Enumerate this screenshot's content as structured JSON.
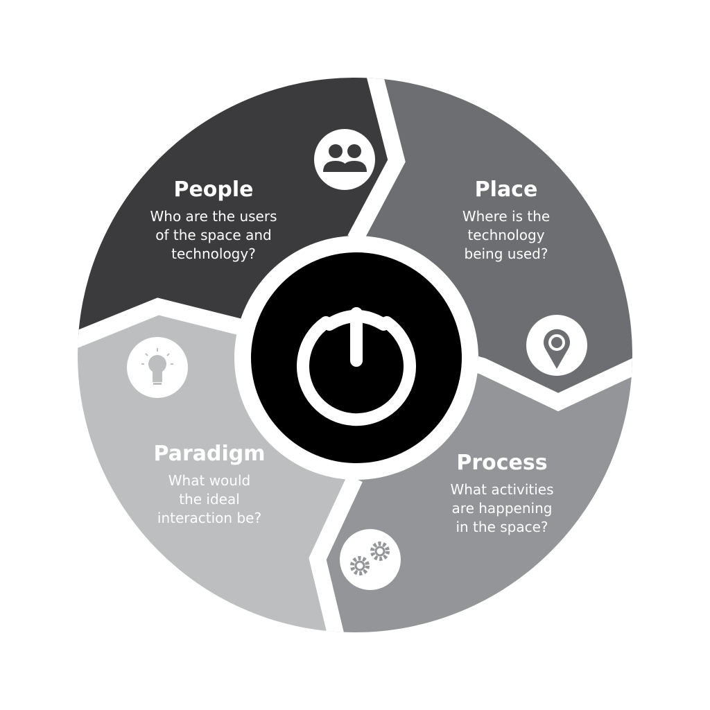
{
  "segments": {
    "people": {
      "title": "People",
      "lines": [
        "Who are the users",
        "of the space and",
        "technology?"
      ],
      "icon": "people-icon",
      "color": "#3b3b3d"
    },
    "place": {
      "title": "Place",
      "lines": [
        "Where is the",
        "technology",
        "being used?"
      ],
      "icon": "location-pin-icon",
      "color": "#6d6e71"
    },
    "process": {
      "title": "Process",
      "lines": [
        "What activities",
        "are happening",
        "in the space?"
      ],
      "icon": "gears-icon",
      "color": "#939598"
    },
    "paradigm": {
      "title": "Paradigm",
      "lines": [
        "What would",
        "the ideal",
        "interaction be?"
      ],
      "icon": "lightbulb-icon",
      "color": "#bcbec0"
    }
  },
  "center": {
    "icon": "power-logo-icon",
    "color": "#000000"
  }
}
